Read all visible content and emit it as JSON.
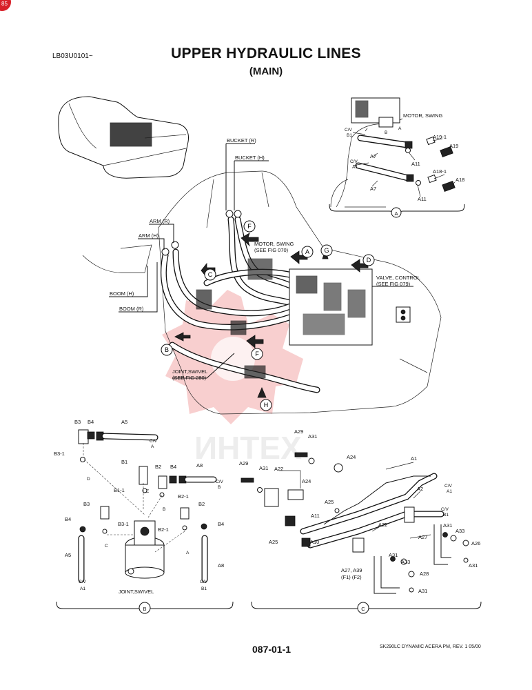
{
  "header": {
    "doc_code": "LB03U0101~",
    "title": "UPPER HYDRAULIC LINES",
    "subtitle": "(MAIN)"
  },
  "footer": {
    "page_number": "087-01-1",
    "doc_ref": "SK290LC DYNAMIC ACERA PM, REV. 1 05/00"
  },
  "corner_badge": "85",
  "watermark": {
    "text": "ИНТЕХ",
    "color": "#f3a7a7"
  },
  "main_view": {
    "labels": {
      "bucket_r": "BUCKET (R)",
      "bucket_h": "BUCKET (H)",
      "arm_r": "ARM (R)",
      "arm_h": "ARM (H)",
      "boom_h": "BOOM (H)",
      "boom_r": "BOOM (R)",
      "motor_swing": "MOTOR, SWING",
      "motor_swing_ref": "(SEE FIG 070)",
      "valve_control": "VALVE, CONTROL",
      "valve_control_ref": "(SEE FIG 079)",
      "joint_swivel": "JOINT,SWIVEL",
      "joint_swivel_ref": "(SEE FIG 280)"
    },
    "callouts": [
      "F",
      "C",
      "A",
      "G",
      "D",
      "B",
      "F",
      "H"
    ]
  },
  "detail_a": {
    "label": "A",
    "parts": {
      "motor_swing": "MOTOR, SWING",
      "cv1": "C/V",
      "cv1_sub": "B1",
      "cv2": "C/V",
      "cv2_sub": "A1",
      "sub_a": "A",
      "sub_b": "B",
      "a7_upper": "A7",
      "a7_lower": "A7",
      "a11_upper": "A11",
      "a11_lower": "A11",
      "a19_1": "A19-1",
      "a19": "A19",
      "a18_1": "A18-1",
      "a18": "A18"
    }
  },
  "detail_b": {
    "label": "B",
    "parts": {
      "b3_top": "B3",
      "b4_top": "B4",
      "a5_top": "A5",
      "cv_top": "C/V",
      "cv_top_sub": "A",
      "b3_1_top": "B3-1",
      "b1": "B1",
      "b2_top": "B2",
      "b4_mid": "B4",
      "a8_top": "A8",
      "cv_mid": "C/V",
      "cv_mid_sub": "B",
      "b1_1": "B1-1",
      "b2_1_top": "B2-1",
      "b3_low": "B3",
      "b4_low_left": "B4",
      "b3_1_low": "B3-1",
      "b2_low": "B2",
      "b2_1_low": "B2-1",
      "b4_low_right": "B4",
      "a5_low": "A5",
      "a8_low": "A8",
      "cv_low_left": "C/V",
      "cv_low_left_sub": "A1",
      "cv_low_right": "C/V",
      "cv_low_right_sub": "B1",
      "joint_swivel": "JOINT,SWIVEL",
      "circ_d": "D",
      "circ_e": "E",
      "circ_b": "B",
      "circ_c": "C",
      "circ_a": "A"
    }
  },
  "detail_c": {
    "label": "C",
    "parts": {
      "a29_top": "A29",
      "a31_top": "A31",
      "a24_top": "A24",
      "a1": "A1",
      "a29_left": "A29",
      "a31_left": "A31",
      "a22_top": "A22",
      "a24_mid": "A24",
      "a2": "A2",
      "cv_a1": "C/V",
      "cv_a1_sub": "A1",
      "a25_mid": "A25",
      "cv_b1": "C/V",
      "cv_b1_sub": "B1",
      "a11": "A11",
      "a22_mid": "A22",
      "a31_right": "A31",
      "a33_right": "A33",
      "a27": "A27",
      "a26": "A26",
      "a25_left": "A25",
      "a10": "A10",
      "a31_bot_right": "A31",
      "a31_mid": "A31",
      "a33_mid": "A33",
      "a27_a39": "A27, A39",
      "f1_f2": "(F1)  (F2)",
      "a28": "A28",
      "a31_bot": "A31"
    }
  }
}
